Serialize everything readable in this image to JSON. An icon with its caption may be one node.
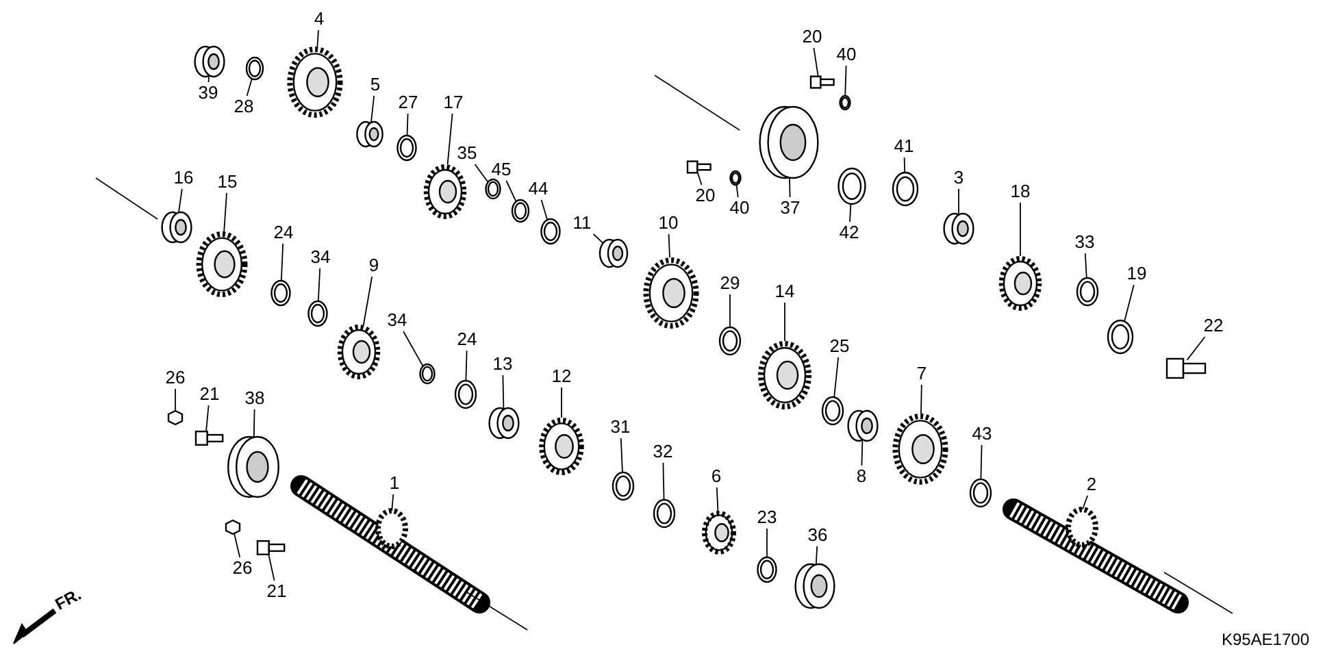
{
  "diagram": {
    "nodes": [
      {
        "text": [
          "39"
        ]
      },
      {
        "text": [
          "28"
        ]
      },
      {
        "text": [
          "4"
        ]
      },
      {
        "text": [
          "5"
        ]
      },
      {
        "text": [
          "27"
        ]
      },
      {
        "text": [
          "17"
        ]
      },
      {
        "text": [
          "35"
        ]
      },
      {
        "text": [
          "45"
        ]
      },
      {
        "text": [
          "44"
        ]
      },
      {
        "text": [
          "11"
        ]
      },
      {
        "text": [
          "10"
        ]
      },
      {
        "text": [
          "20"
        ]
      },
      {
        "text": [
          "40"
        ]
      },
      {
        "text": [
          "37"
        ]
      },
      {
        "text": [
          "20"
        ]
      },
      {
        "text": [
          "40"
        ]
      },
      {
        "text": [
          "42"
        ]
      },
      {
        "text": [
          "41"
        ]
      },
      {
        "text": [
          "3"
        ]
      },
      {
        "text": [
          "18"
        ]
      },
      {
        "text": [
          "33"
        ]
      },
      {
        "text": [
          "19"
        ]
      },
      {
        "text": [
          "22"
        ]
      },
      {
        "text": [
          "16"
        ]
      },
      {
        "text": [
          "15"
        ]
      },
      {
        "text": [
          "24"
        ]
      },
      {
        "text": [
          "34"
        ]
      },
      {
        "text": [
          "9"
        ]
      },
      {
        "text": [
          "34"
        ]
      },
      {
        "text": [
          "24"
        ]
      },
      {
        "text": [
          "13"
        ]
      },
      {
        "text": [
          "12"
        ]
      },
      {
        "text": [
          "29"
        ]
      },
      {
        "text": [
          "14"
        ]
      },
      {
        "text": [
          "25"
        ]
      },
      {
        "text": [
          "7"
        ]
      },
      {
        "text": [
          "8"
        ]
      },
      {
        "text": [
          "43"
        ]
      },
      {
        "text": [
          "2"
        ]
      },
      {
        "text": [
          "26"
        ]
      },
      {
        "text": [
          "21"
        ]
      },
      {
        "text": [
          "38"
        ]
      },
      {
        "text": [
          "1"
        ]
      },
      {
        "text": [
          "26"
        ]
      },
      {
        "text": [
          "21"
        ]
      },
      {
        "text": [
          "31"
        ]
      },
      {
        "text": [
          "32"
        ]
      },
      {
        "text": [
          "6"
        ]
      },
      {
        "text": [
          "23"
        ]
      },
      {
        "text": [
          "36"
        ]
      },
      {
        "text": [],
        "shape": "bearing"
      },
      {
        "text": [],
        "shape": "washer"
      },
      {
        "text": [],
        "shape": "gear"
      },
      {
        "text": [],
        "shape": "bearing"
      },
      {
        "text": [],
        "shape": "washer"
      },
      {
        "text": [],
        "shape": "gear"
      },
      {
        "text": [],
        "shape": "washer"
      },
      {
        "text": [],
        "shape": "washer"
      },
      {
        "text": [],
        "shape": "washer"
      },
      {
        "text": [],
        "shape": "bearing"
      },
      {
        "text": [],
        "shape": "gear"
      },
      {
        "text": [],
        "shape": "bolt"
      },
      {
        "text": [],
        "shape": "washer"
      },
      {
        "text": [],
        "shape": "bearing"
      },
      {
        "text": [],
        "shape": "bolt"
      },
      {
        "text": [],
        "shape": "washer"
      },
      {
        "text": [],
        "shape": "washer"
      },
      {
        "text": [],
        "shape": "washer"
      },
      {
        "text": [],
        "shape": "bearing"
      },
      {
        "text": [],
        "shape": "gear"
      },
      {
        "text": [],
        "shape": "washer"
      },
      {
        "text": [],
        "shape": "washer"
      },
      {
        "text": [],
        "shape": "bolt"
      },
      {
        "text": [],
        "shape": "bearing"
      },
      {
        "text": [],
        "shape": "gear"
      },
      {
        "text": [],
        "shape": "washer"
      },
      {
        "text": [],
        "shape": "washer"
      },
      {
        "text": [],
        "shape": "gear"
      },
      {
        "text": [],
        "shape": "washer"
      },
      {
        "text": [],
        "shape": "washer"
      },
      {
        "text": [],
        "shape": "bearing"
      },
      {
        "text": [],
        "shape": "gear"
      },
      {
        "text": [],
        "shape": "washer"
      },
      {
        "text": [],
        "shape": "gear"
      },
      {
        "text": [],
        "shape": "washer"
      },
      {
        "text": [],
        "shape": "gear"
      },
      {
        "text": [],
        "shape": "bearing"
      },
      {
        "text": [],
        "shape": "washer"
      },
      {
        "text": [],
        "shape": "shaft"
      },
      {
        "text": [],
        "shape": "nut"
      },
      {
        "text": [],
        "shape": "bolt"
      },
      {
        "text": [],
        "shape": "bearing"
      },
      {
        "text": [],
        "shape": "shaft"
      },
      {
        "text": [],
        "shape": "nut"
      },
      {
        "text": [],
        "shape": "bolt"
      },
      {
        "text": [],
        "shape": "washer"
      },
      {
        "text": [],
        "shape": "washer"
      },
      {
        "text": [],
        "shape": "gear"
      },
      {
        "text": [],
        "shape": "washer"
      },
      {
        "text": [],
        "shape": "bearing"
      }
    ],
    "edges": [
      {
        "from": 0,
        "to": 50,
        "arrow": "none"
      },
      {
        "from": 1,
        "to": 51,
        "arrow": "none"
      },
      {
        "from": 2,
        "to": 52,
        "arrow": "none"
      },
      {
        "from": 3,
        "to": 53,
        "arrow": "none"
      },
      {
        "from": 4,
        "to": 54,
        "arrow": "none"
      },
      {
        "from": 5,
        "to": 55,
        "arrow": "none"
      },
      {
        "from": 6,
        "to": 56,
        "arrow": "none"
      },
      {
        "from": 7,
        "to": 57,
        "arrow": "none"
      },
      {
        "from": 8,
        "to": 58,
        "arrow": "none"
      },
      {
        "from": 9,
        "to": 59,
        "arrow": "none"
      },
      {
        "from": 10,
        "to": 60,
        "arrow": "none"
      },
      {
        "from": 11,
        "to": 61,
        "arrow": "none"
      },
      {
        "from": 12,
        "to": 62,
        "arrow": "none"
      },
      {
        "from": 13,
        "to": 63,
        "arrow": "none"
      },
      {
        "from": 14,
        "to": 64,
        "arrow": "none"
      },
      {
        "from": 15,
        "to": 65,
        "arrow": "none"
      },
      {
        "from": 16,
        "to": 66,
        "arrow": "none"
      },
      {
        "from": 17,
        "to": 67,
        "arrow": "none"
      },
      {
        "from": 18,
        "to": 68,
        "arrow": "none"
      },
      {
        "from": 19,
        "to": 69,
        "arrow": "none"
      },
      {
        "from": 20,
        "to": 70,
        "arrow": "none"
      },
      {
        "from": 21,
        "to": 71,
        "arrow": "none"
      },
      {
        "from": 22,
        "to": 72,
        "arrow": "none"
      },
      {
        "from": 23,
        "to": 73,
        "arrow": "none"
      },
      {
        "from": 24,
        "to": 74,
        "arrow": "none"
      },
      {
        "from": 25,
        "to": 75,
        "arrow": "none"
      },
      {
        "from": 26,
        "to": 76,
        "arrow": "none"
      },
      {
        "from": 27,
        "to": 77,
        "arrow": "none"
      },
      {
        "from": 28,
        "to": 78,
        "arrow": "none"
      },
      {
        "from": 29,
        "to": 79,
        "arrow": "none"
      },
      {
        "from": 30,
        "to": 80,
        "arrow": "none"
      },
      {
        "from": 31,
        "to": 81,
        "arrow": "none"
      },
      {
        "from": 32,
        "to": 82,
        "arrow": "none"
      },
      {
        "from": 33,
        "to": 83,
        "arrow": "none"
      },
      {
        "from": 34,
        "to": 84,
        "arrow": "none"
      },
      {
        "from": 35,
        "to": 85,
        "arrow": "none"
      },
      {
        "from": 36,
        "to": 86,
        "arrow": "none"
      },
      {
        "from": 37,
        "to": 87,
        "arrow": "none"
      },
      {
        "from": 38,
        "to": 92,
        "arrow": "none"
      },
      {
        "from": 39,
        "to": 89,
        "arrow": "none"
      },
      {
        "from": 40,
        "to": 90,
        "arrow": "none"
      },
      {
        "from": 41,
        "to": 91,
        "arrow": "none"
      },
      {
        "from": 42,
        "to": 88,
        "arrow": "none"
      },
      {
        "from": 43,
        "to": 93,
        "arrow": "none"
      },
      {
        "from": 44,
        "to": 94,
        "arrow": "none"
      },
      {
        "from": 45,
        "to": 95,
        "arrow": "none"
      },
      {
        "from": 46,
        "to": 96,
        "arrow": "none"
      },
      {
        "from": 47,
        "to": 97,
        "arrow": "none"
      },
      {
        "from": 48,
        "to": 98,
        "arrow": "none"
      },
      {
        "from": 49,
        "to": 99,
        "arrow": "none"
      }
    ],
    "labels": [
      "FR.",
      "K95AE1700"
    ]
  }
}
